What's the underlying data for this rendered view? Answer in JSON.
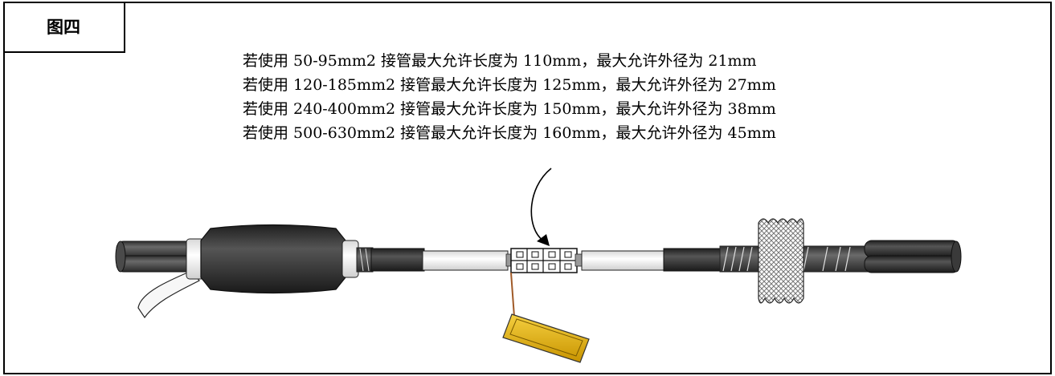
{
  "figure_label": "图四",
  "notes": [
    "若使用 50-95mm2 接管最大允许长度为 110mm，最大允许外径为 21mm",
    "若使用 120-185mm2 接管最大允许长度为 125mm，最大允许外径为 27mm",
    "若使用 240-400mm2 接管最大允许长度为 150mm，最大允许外径为 38mm",
    "若使用 500-630mm2 接管最大允许长度为 160mm，最大允许外径为 45mm"
  ],
  "colors": {
    "cable_dark": "#555555",
    "sleeve_black": "#3c3c3c",
    "insulation_white": "#f2f2f2",
    "tag_gold": "#e0b000",
    "ground_wire": "#a05a28"
  }
}
